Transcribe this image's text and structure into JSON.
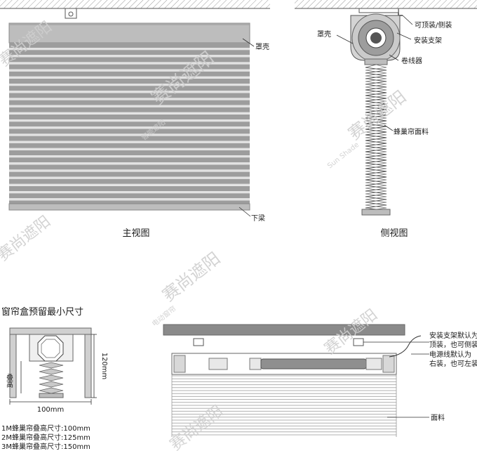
{
  "front_view": {
    "title": "主视图",
    "label_cover": "罩壳",
    "label_bottom_rail": "下梁"
  },
  "side_view": {
    "title": "侧视图",
    "label_cover": "罩壳",
    "label_mount_option": "可顶装/侧装",
    "label_bracket": "安装支架",
    "label_roller": "卷线器",
    "label_fabric": "蜂巢帘面料"
  },
  "min_box": {
    "title": "窗帘盒预留最小尺寸",
    "label_stack": "叠高",
    "dim_height": "120mm",
    "dim_width": "100mm",
    "notes": [
      "1M蜂巢帘叠高尺寸:100mm",
      "2M蜂巢帘叠高尺寸:125mm",
      "3M蜂巢帘叠高尺寸:150mm"
    ]
  },
  "install_view": {
    "note_bracket_line1": "安装支架默认为",
    "note_bracket_line2": "顶装，也可侧装",
    "note_power_line1": "电源线默认为",
    "note_power_line2": "右装，也可左装",
    "label_fabric": "面料"
  },
  "watermark": {
    "brand_cn": "赛尚遮阳",
    "slogan_cn": "智能遮阳",
    "slogan_cn2": "电动窗帘",
    "brand_en": "Sun Shade"
  }
}
